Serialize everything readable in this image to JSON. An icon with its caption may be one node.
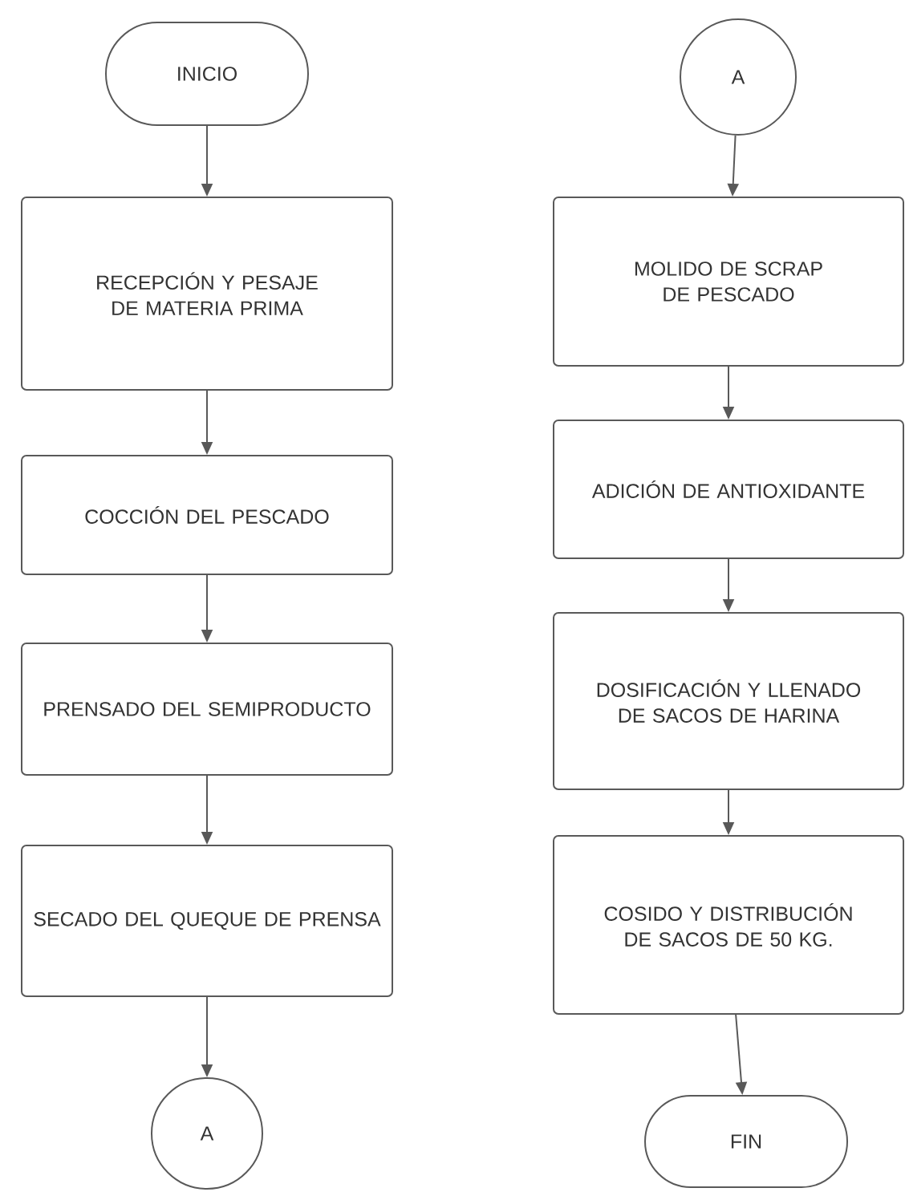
{
  "diagram": {
    "nodes": [
      {
        "text": [
          "INICIO"
        ]
      },
      {
        "text": [
          "RECEPCIÓN Y PESAJE DE MATERIA PRIMA"
        ]
      },
      {
        "text": [
          "COCCIÓN DEL PESCADO"
        ]
      },
      {
        "text": [
          "PRENSADO DEL SEMIPRODUCTO"
        ]
      },
      {
        "text": [
          "SECADO DEL QUEQUE DE PRENSA"
        ]
      },
      {
        "text": [
          "A"
        ]
      },
      {
        "text": [
          "A"
        ]
      },
      {
        "text": [
          "MOLIDO DE SCRAP DE PESCADO"
        ]
      },
      {
        "text": [
          "ADICIÓN DE ANTIOXIDANTE"
        ]
      },
      {
        "text": [
          "DOSIFICACIÓN Y LLENADO DE SACOS DE HARINA"
        ]
      },
      {
        "text": [
          "COSIDO Y DISTRIBUCIÓN DE SACOS DE 50 KG."
        ]
      },
      {
        "text": [
          "FIN"
        ]
      }
    ],
    "edges": [
      {
        "from": 0,
        "to": 1,
        "arrow": "to"
      },
      {
        "from": 1,
        "to": 2,
        "arrow": "to"
      },
      {
        "from": 2,
        "to": 3,
        "arrow": "to"
      },
      {
        "from": 3,
        "to": 4,
        "arrow": "to"
      },
      {
        "from": 4,
        "to": 5,
        "arrow": "to"
      },
      {
        "from": 6,
        "to": 7,
        "arrow": "to"
      },
      {
        "from": 7,
        "to": 8,
        "arrow": "to"
      },
      {
        "from": 8,
        "to": 9,
        "arrow": "to"
      },
      {
        "from": 9,
        "to": 10,
        "arrow": "to"
      },
      {
        "from": 10,
        "to": 11,
        "arrow": "to"
      }
    ]
  }
}
